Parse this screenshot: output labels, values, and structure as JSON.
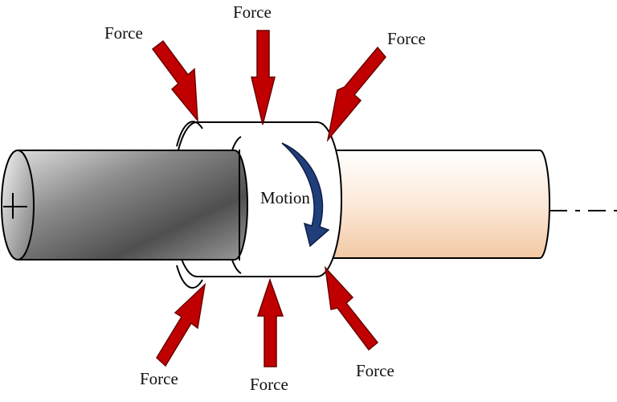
{
  "labels": {
    "force_top_left": "Force",
    "force_top": "Force",
    "force_top_right": "Force",
    "force_bottom_left": "Force",
    "force_bottom": "Force",
    "force_bottom_right": "Force",
    "motion": "Motion"
  },
  "colors": {
    "arrow": "#c00000",
    "arrow_outline": "#6b0000",
    "motion_arrow": "#1f3e7a",
    "right_shaft": "#f7d7bd",
    "left_shaft_dark": "#555555",
    "left_shaft_light": "#e6e6e6"
  }
}
